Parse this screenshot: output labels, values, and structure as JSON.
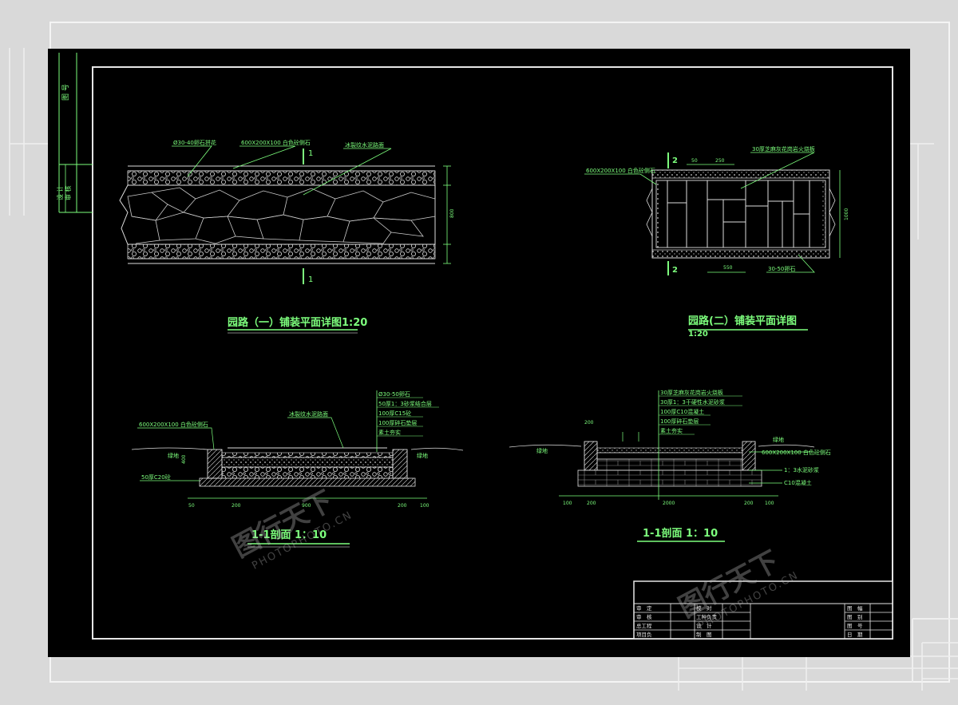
{
  "titles": {
    "plan1": "园路（一）铺装平面详图1:20",
    "plan2": "园路(二）铺装平面详图",
    "plan2_scale": "1:20",
    "section1": "1-1剖面   1：10",
    "section2": "1-1剖面   1：10"
  },
  "plan1": {
    "label_gravel": "Ø30-40卵石拼花",
    "label_kerb": "600X200X100 白色砼侧石",
    "label_crazy": "冰裂纹水泥路面",
    "sec_top": "1",
    "sec_bottom": "1",
    "dim_right": "800"
  },
  "plan2": {
    "label_kerb": "600X200X100 白色砼侧石",
    "label_tile": "30厚芝麻灰花岗岩火烧板",
    "label_pebble": "30-50卵石",
    "dim_50": "50",
    "dim_250": "250",
    "dim_550": "550",
    "dim_1000": "1000",
    "sec_top": "2",
    "sec_bottom": "2"
  },
  "section1": {
    "layers": [
      "Ø30-50卵石",
      "50厚1：3砂浆结合层",
      "100厚C15砼",
      "100厚碎石垫层",
      "素土夯实"
    ],
    "label_crazy": "冰裂纹水泥路面",
    "label_kerb": "600X200X100  白色砼侧石",
    "label_grass_l": "绿地",
    "label_grass_r": "绿地",
    "label_base": "50厚C20砼",
    "dims": [
      "50",
      "200",
      "900",
      "200",
      "100"
    ],
    "height": "400"
  },
  "section2": {
    "layers": [
      "30厚芝麻灰花岗岩火烧板",
      "30厚1：3干硬性水泥砂浆",
      "100厚C10混凝土",
      "100厚碎石垫层",
      "素土夯实"
    ],
    "label_grass_l": "绿地",
    "label_grass_r": "绿地",
    "label_kerb": "600X200X100  白色砼侧石",
    "label_mortar": "1：3水泥砂浆",
    "label_concrete": "C10混凝土",
    "dims": [
      "100",
      "200",
      "2000",
      "200",
      "100"
    ],
    "top_dim": "200"
  },
  "title_block": {
    "rows": [
      [
        "审　定",
        "校　对",
        "图　幅"
      ],
      [
        "审　核",
        "工种负责",
        "图　别"
      ],
      [
        "总工程",
        "设　计",
        "图　号"
      ],
      [
        "项目负",
        "制　图",
        "日　期"
      ]
    ],
    "left_vertical": [
      "图 号",
      "设 计",
      "审 核"
    ]
  },
  "watermark": {
    "brand": "图行天下",
    "site": "PHOTOPHOTO.CN"
  }
}
